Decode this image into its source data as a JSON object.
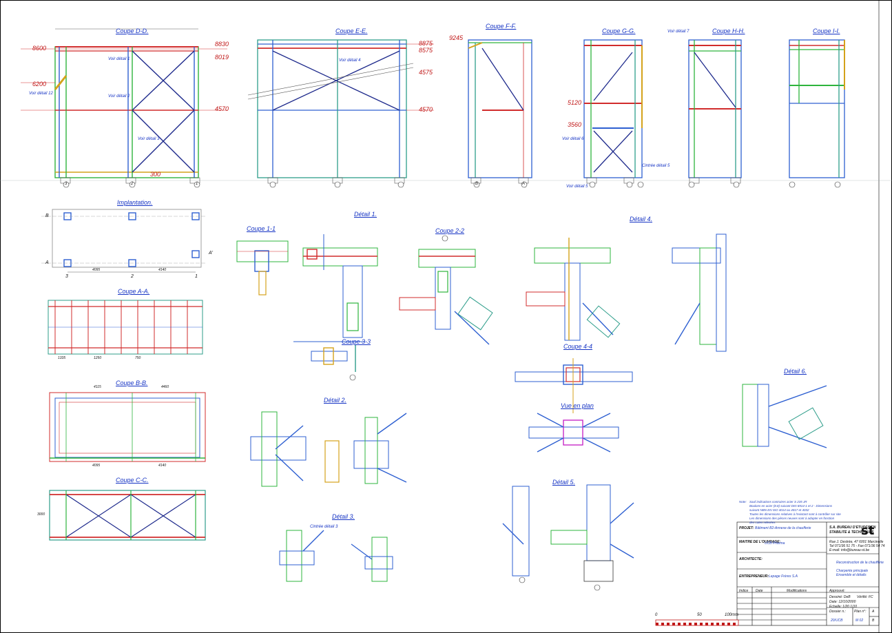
{
  "sections": {
    "dd": "Coupe D-D.",
    "ee": "Coupe E-E.",
    "ff": "Coupe F-F.",
    "gg": "Coupe G-G.",
    "hh": "Coupe H-H.",
    "ii": "Coupe I-I.",
    "implantation": "Implantation.",
    "aa": "Coupe A-A.",
    "bb": "Coupe B-B.",
    "cc": "Coupe C-C.",
    "c11": "Coupe 1-1",
    "c22": "Coupe 2-2",
    "c33": "Coupe 3-3",
    "c44": "Coupe 4-4",
    "vue_plan": "Vue en plan",
    "d1": "Détail 1.",
    "d2": "Détail 2.",
    "d3": "Détail 3.",
    "d4": "Détail 4.",
    "d5": "Détail 5.",
    "d6": "Détail 6."
  },
  "levels": {
    "l8830": "8830",
    "l8019": "8019",
    "l8600": "8600",
    "l6200": "6200",
    "l4570_dd": "4570",
    "l300": "300",
    "l8875": "8875",
    "l8575": "8575",
    "l4575": "4575",
    "l4570_ee": "4570",
    "l9245": "9245",
    "l5120": "5120",
    "l3560": "3560"
  },
  "axes": {
    "a3": "3",
    "a2": "2",
    "a1": "1",
    "aA": "A",
    "aB": "B",
    "impl_1": "1",
    "impl_2": "2",
    "impl_3": "3",
    "impl_A": "A",
    "impl_B": "B",
    "impl_Ap": "A'"
  },
  "callouts": {
    "voir_detail_1": "Voir détail 1",
    "voir_detail_2": "Voir détail 2",
    "voir_detail_3": "Voir détail 3",
    "voir_detail_4": "Voir détail 4",
    "voir_detail_5": "Voir détail 5",
    "voir_detail_6": "Voir détail 6",
    "voir_detail_7": "Voir détail 7",
    "voir_detail_12": "Voir détail 12",
    "cintre_detail_3": "Cintrée détail 3",
    "cintre_detail_5": "Cintrée détail 5"
  },
  "dims": {
    "impl_a": "4095",
    "impl_b": "4140",
    "bb_top_1": "4115",
    "bb_top_2": "4460",
    "bb_bot_1": "4095",
    "bb_bot_2": "4140",
    "aa_1": "1335",
    "aa_2": "1250",
    "aa_3": "750",
    "cc_left": "3000"
  },
  "note": {
    "heading": "Note:",
    "lines": [
      "Sauf indications contraires acier S 235 JR",
      "Boulons en acier (8.8) suivant DIN 6914-1 et 2 - Dimensions",
      "suivant NBN EN ISO 4014 ou 4017 et 4032",
      "Toutes les dimensions relatives à l'existant sont à contrôler sur site",
      "Les dimensions des pièces neuves sont à adapter en fonction",
      "des cotes relevées"
    ]
  },
  "title_block": {
    "projet_label": "PROJET:",
    "projet_value": "Bâtiment B2-Annexe de la chaufferie",
    "maitre_label": "MAITRE DE L'OUVRAGE:",
    "maitre_value": "UCB Pharma",
    "architecte_label": "ARCHITECTE:",
    "entreprise_label": "ENTREPRENEUR:",
    "entreprise_value": "Lepage Frères S.A",
    "firm_line1": "S.A. BUREAU D'ETUDES EN",
    "firm_line2": "STABILITE & TECHNIQUES",
    "firm_addr1": "Rue J. Destrée, 47   6001 Marcinelle",
    "firm_addr2": "Tel 071/36 51 75 - Fax 071/36 54 74",
    "firm_addr3": "E-mail: info@bureau-st.be",
    "logo": "st",
    "obj_line1": "Reconstruction de la chaufferie",
    "obj_line2": "Charpente principale",
    "obj_line3": "Ensemble et détails",
    "indice": "Indice",
    "date": "Date",
    "modifications": "Modifications",
    "approuve": "Approuvé:",
    "dessine": "Dessiné: DeB",
    "verifie": "Vérifié: FC",
    "date_value": "Date: 12/10/2000",
    "echelle": "Echelle: 1/20 1/10",
    "dossier": "Dossier n.:",
    "dossier_value": "20/UCB",
    "plan": "Plan n°:",
    "plan_value": "M 02",
    "rev_a": "A",
    "rev_b": "B"
  },
  "scale_bar": {
    "s0": "0",
    "s50": "50",
    "s100": "100mm"
  }
}
